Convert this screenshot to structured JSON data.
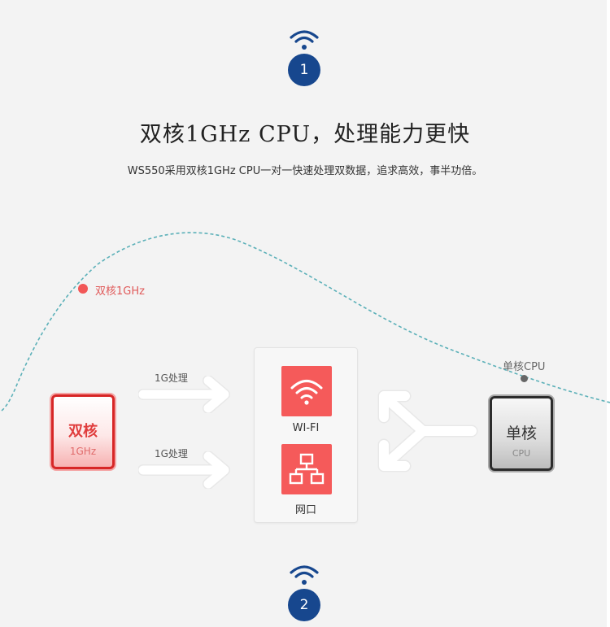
{
  "steps": [
    {
      "number": "1",
      "icon": "wifi-icon"
    },
    {
      "number": "2",
      "icon": "wifi-icon"
    }
  ],
  "headline": "双核1GHz CPU，处理能力更快",
  "description": "WS550采用双核1GHz CPU一对一快速处理双数据，追求高效，事半功倍。",
  "curve": {
    "dual_label": "双核1GHz",
    "single_label": "单核CPU"
  },
  "dual_chip": {
    "main": "双核",
    "sub": "1GHz"
  },
  "single_chip": {
    "main": "单核",
    "sub": "CPU"
  },
  "arrows": [
    {
      "label": "1G处理"
    },
    {
      "label": "1G处理"
    }
  ],
  "panel": {
    "items": [
      {
        "label": "WI-FI",
        "icon": "wifi-icon"
      },
      {
        "label": "网口",
        "icon": "network-icon"
      }
    ]
  },
  "colors": {
    "accent_red": "#f55a5a",
    "step_blue": "#17478e",
    "curve_teal": "#5bb0b8"
  }
}
